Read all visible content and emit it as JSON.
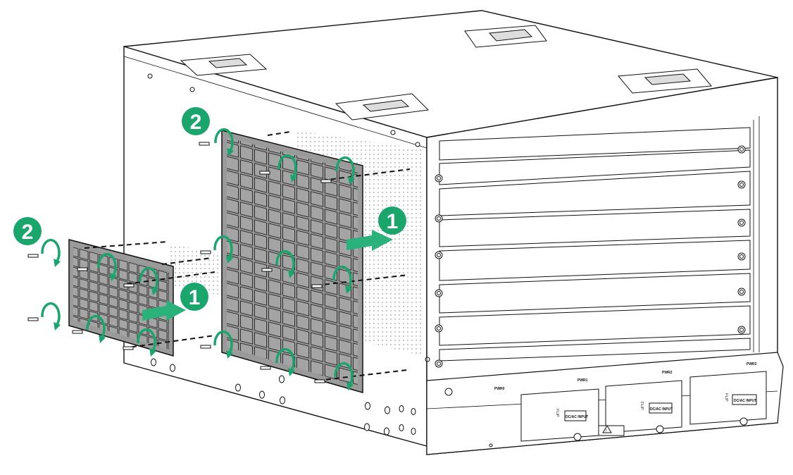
{
  "steps": {
    "step1": "1",
    "step2": "2"
  },
  "psu_labels": {
    "pwr0": "PWR0",
    "pwr1": "PWR1",
    "pwr2": "PWR2",
    "pwr3": "PWR3",
    "flip": "FLIP",
    "input": "DC/AC INPUT"
  },
  "colors": {
    "accent_green": "#1aa56d",
    "arrow_green": "#2bb27a",
    "filter_gray": "#9a9a9a",
    "outline": "#111111"
  },
  "icons": {
    "rotate": "clockwise-rotate-arrow-icon",
    "push": "push-arrow-icon",
    "screw": "screw-icon",
    "warning": "warning-icon"
  }
}
